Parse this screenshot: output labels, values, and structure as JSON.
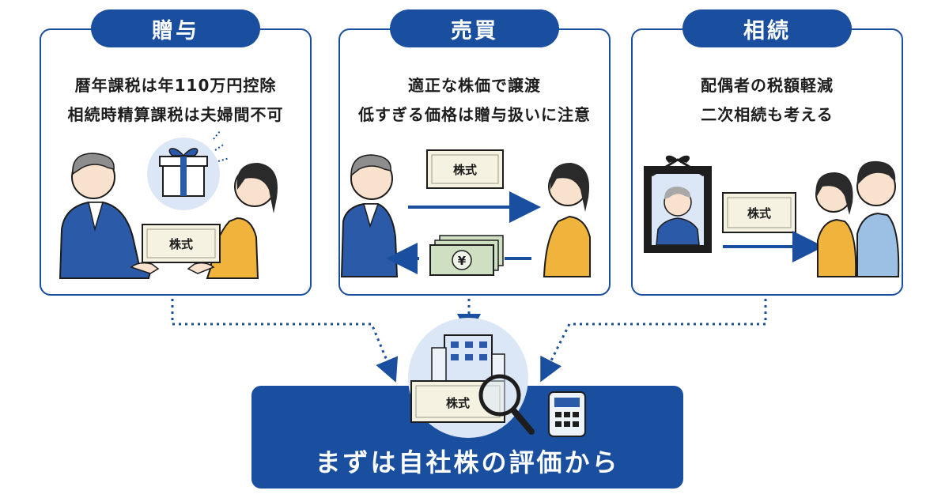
{
  "panels": [
    {
      "id": "gift",
      "title": "贈与",
      "lines": [
        "暦年課税は年110万円控除",
        "相続時精算課税は夫婦間不可"
      ],
      "certificate": "株式"
    },
    {
      "id": "sale",
      "title": "売買",
      "lines": [
        "適正な株価で譲渡",
        "低すぎる価格は贈与扱いに注意"
      ],
      "certificate": "株式",
      "currency_symbol": "¥"
    },
    {
      "id": "inheritance",
      "title": "相続",
      "lines": [
        "配偶者の税額軽減",
        "二次相続も考える"
      ],
      "certificate": "株式"
    }
  ],
  "conclusion": {
    "label": "まずは自社株の評価から",
    "certificate": "株式"
  },
  "colors": {
    "brand": "#1a4fa0",
    "accent_yellow": "#f0b43c",
    "suit_blue": "#2b5aa8",
    "paper": "#f6f2e2",
    "money_green": "#cfe0c2"
  },
  "icons": [
    "gift-icon",
    "stock-certificate-icon",
    "arrow-right-icon",
    "arrow-left-icon",
    "banknotes-icon",
    "memorial-portrait-icon",
    "office-building-icon",
    "magnifier-icon",
    "calculator-icon"
  ]
}
